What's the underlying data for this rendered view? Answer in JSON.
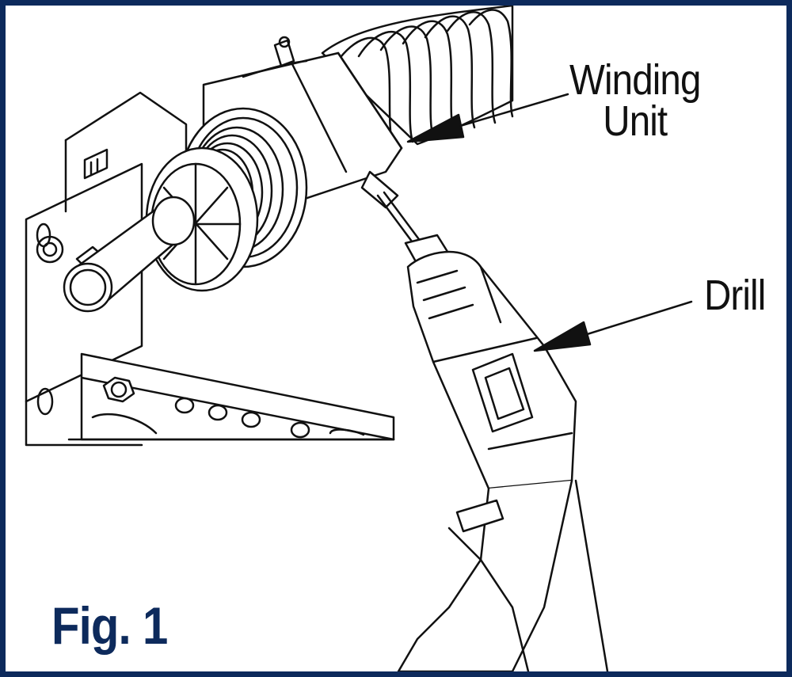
{
  "colors": {
    "frame": "#0d2a5c",
    "line": "#111111",
    "background": "#ffffff"
  },
  "labels": {
    "winding_line1": "Winding",
    "winding_line2": "Unit",
    "drill": "Drill",
    "figure": "Fig. 1"
  }
}
